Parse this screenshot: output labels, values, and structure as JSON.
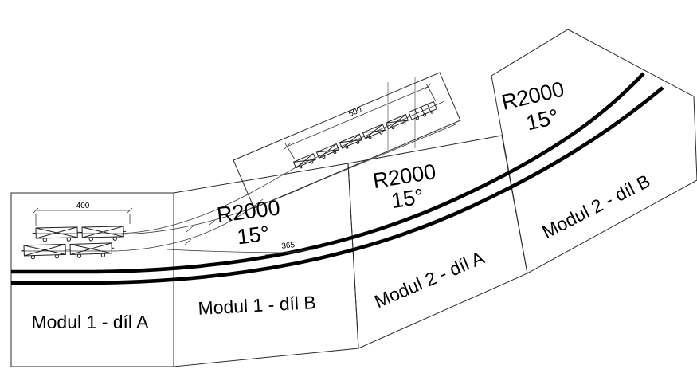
{
  "modules": [
    {
      "label": "Modul 1 - díl A"
    },
    {
      "label": "Modul 1 - díl B"
    },
    {
      "label": "Modul 2 - díl A"
    },
    {
      "label": "Modul 2 - díl B"
    }
  ],
  "curves": [
    {
      "radius": "R2000",
      "angle": "15°"
    },
    {
      "radius": "R2000",
      "angle": "15°"
    },
    {
      "radius": "R2000",
      "angle": "15°"
    }
  ],
  "dimensions": {
    "wagon_group_length": "400",
    "train_group_length": "500",
    "track_offset": "365"
  }
}
